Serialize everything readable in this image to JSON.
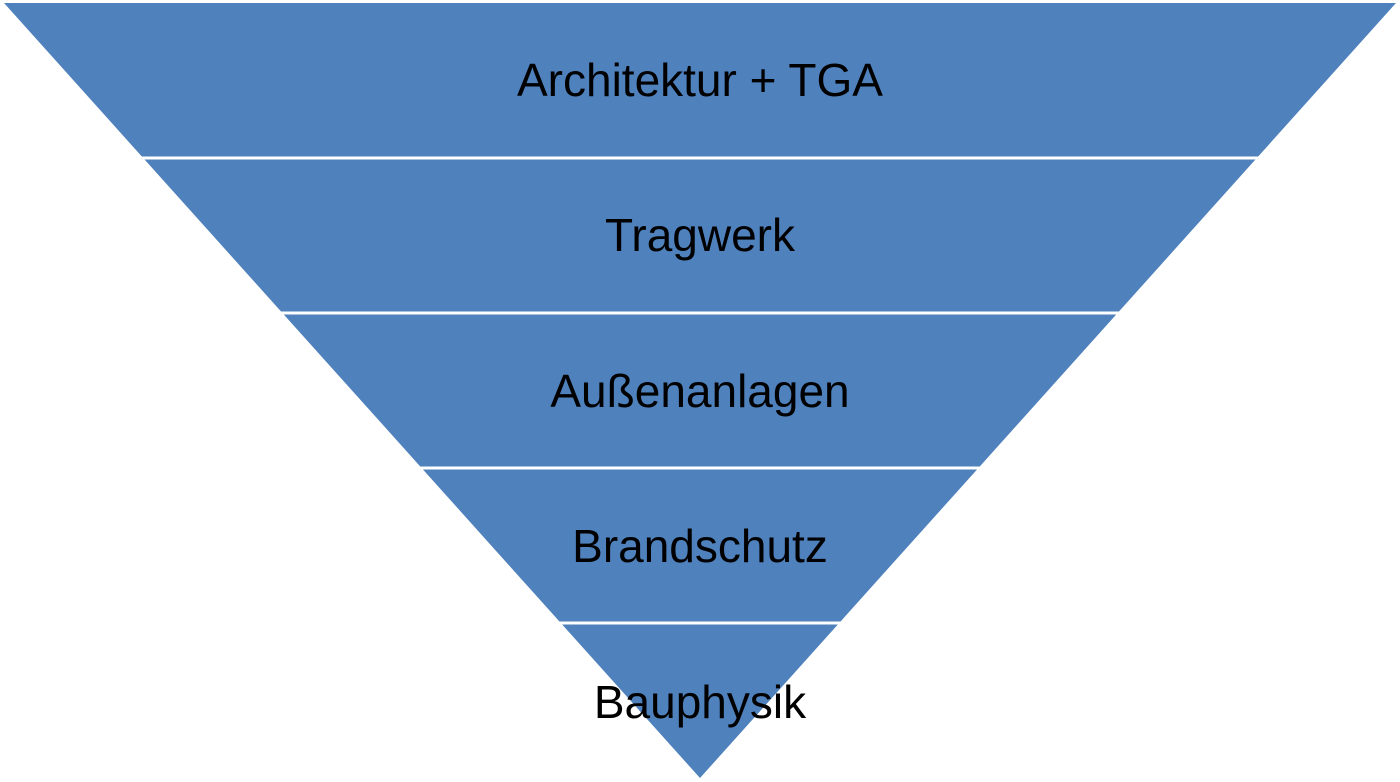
{
  "diagram": {
    "type": "inverted-pyramid",
    "fill_color": "#4f81bd",
    "separator_color": "#ffffff",
    "text_color": "#000000",
    "layers": [
      {
        "label": "Architektur + TGA"
      },
      {
        "label": "Tragwerk"
      },
      {
        "label": "Außenanlagen"
      },
      {
        "label": "Brandschutz"
      },
      {
        "label": "Bauphysik"
      }
    ]
  }
}
